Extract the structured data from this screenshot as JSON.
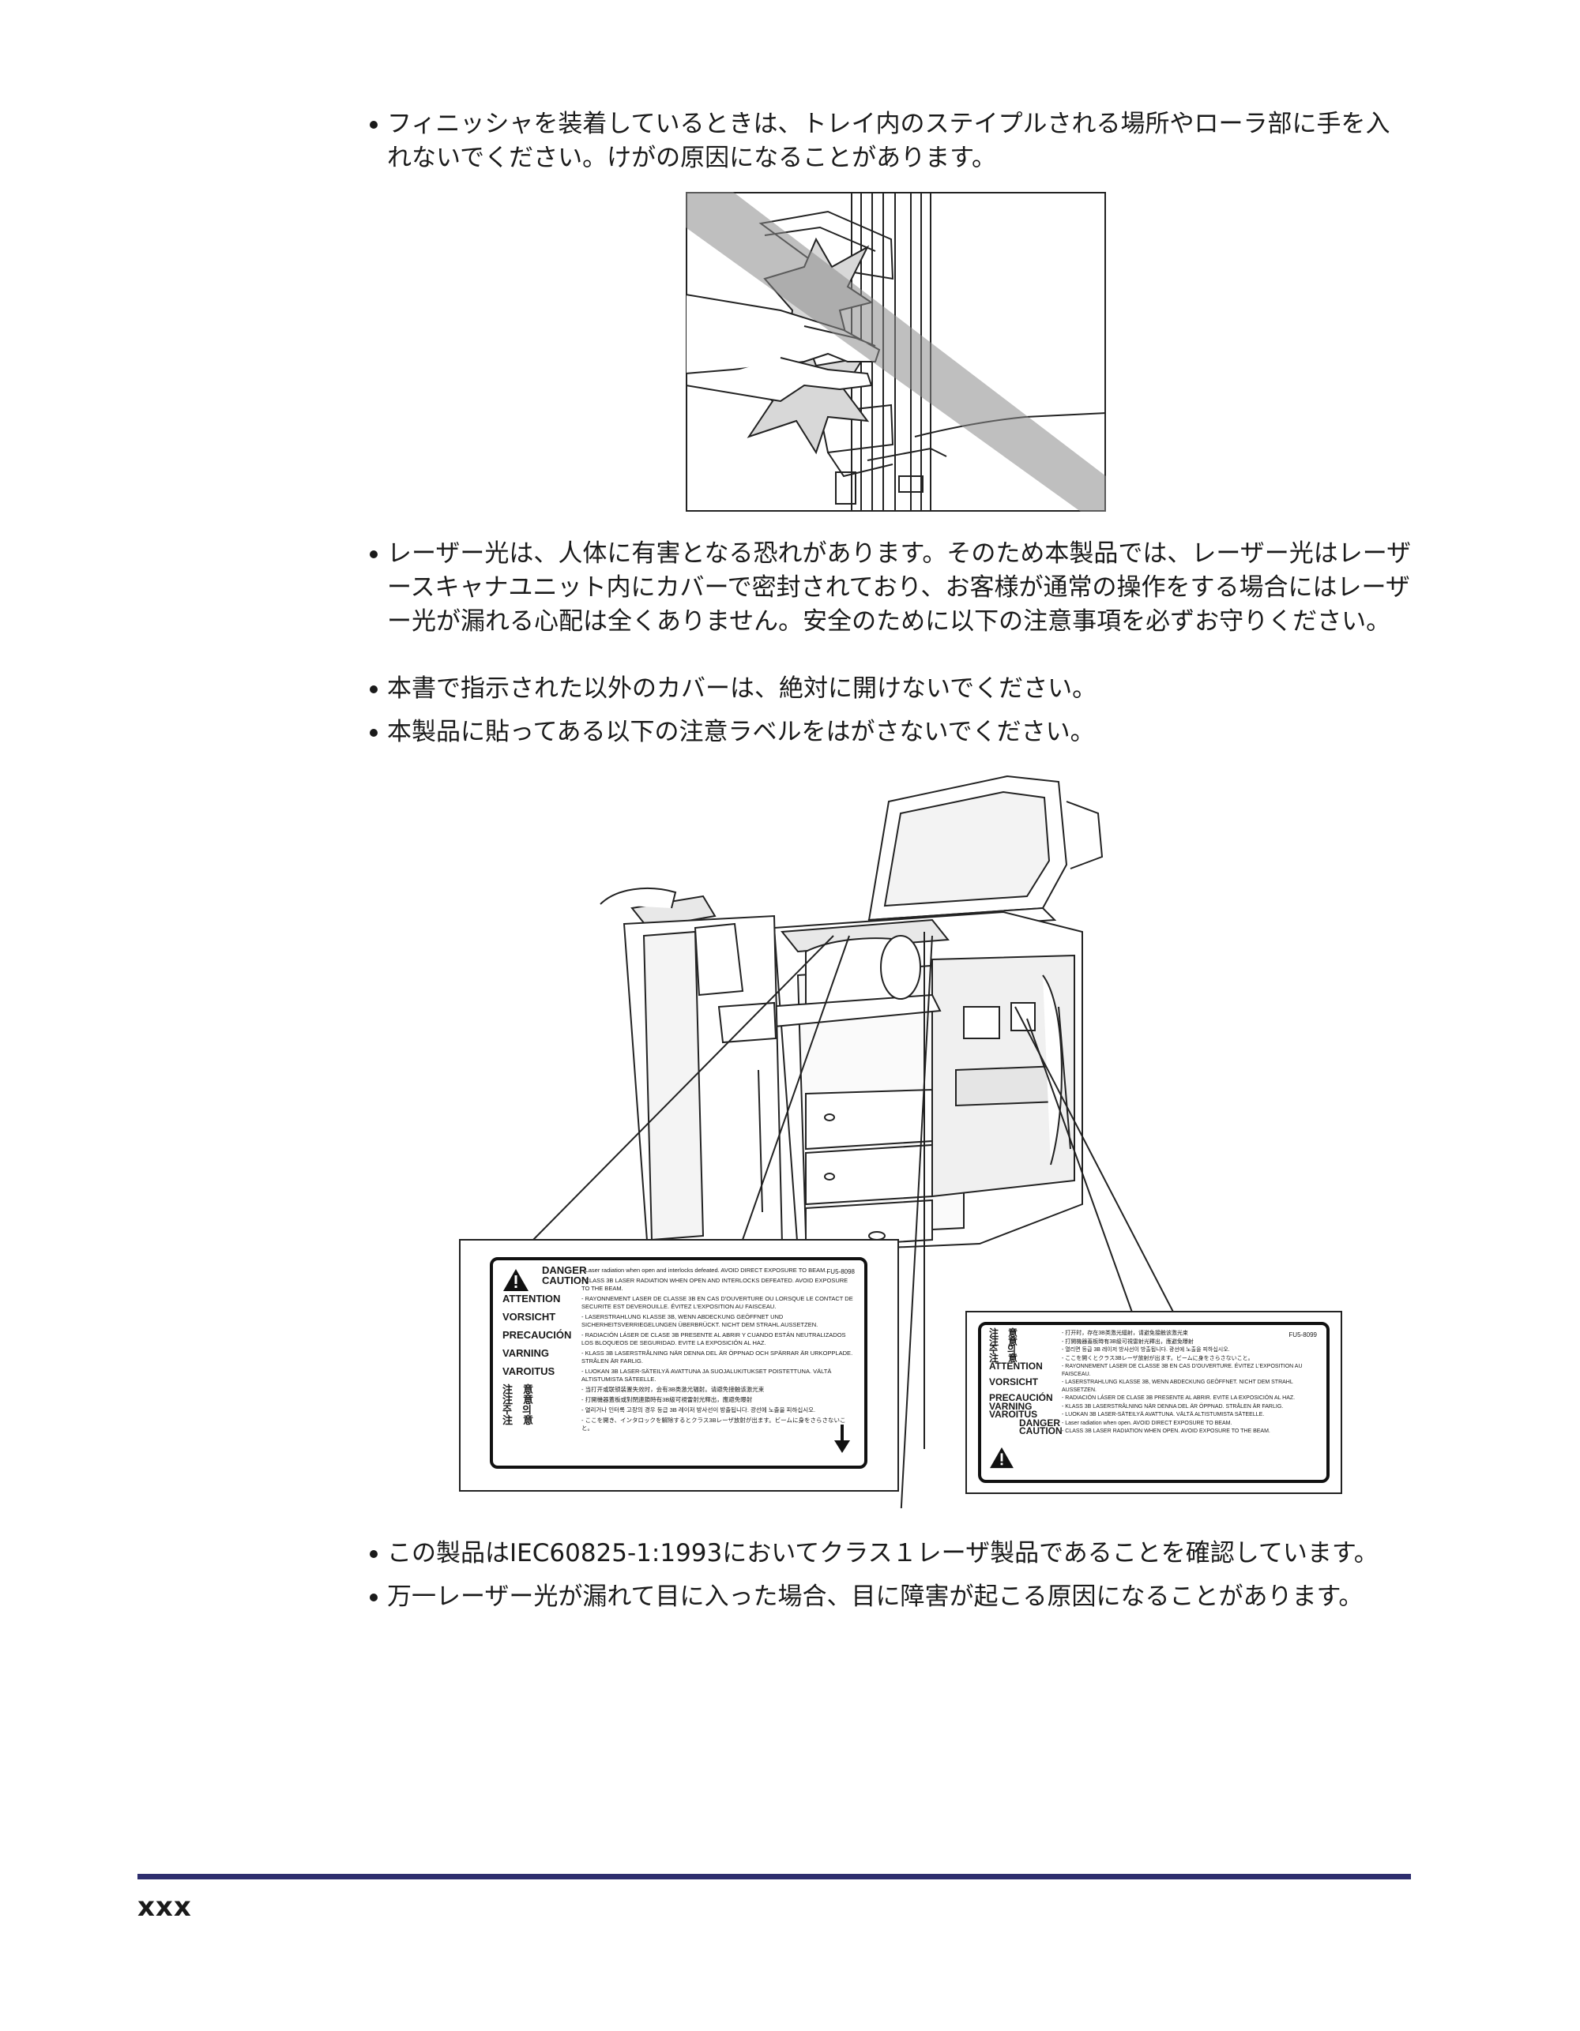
{
  "bullets": [
    "フィニッシャを装着しているときは、トレイ内のステイプルされる場所やローラ部に手を入れないでください。けがの原因になることがあります。",
    "レーザー光は、人体に有害となる恐れがあります。そのため本製品では、レーザー光はレーザースキャナユニット内にカバーで密封されており、お客様が通常の操作をする場合にはレーザー光が漏れる心配は全くありません。安全のために以下の注意事項を必ずお守りください。",
    "本書で指示された以外のカバーは、絶対に開けないでください。",
    "本製品に貼ってある以下の注意ラベルをはがさないでください。",
    "この製品はIEC60825-1:1993においてクラス１レーザ製品であることを確認しています。",
    "万一レーザー光が漏れて目に入った場合、目に障害が起こる原因になることがあります。"
  ],
  "label_left": {
    "code": "FU5-8098",
    "rows": [
      {
        "head": "DANGER",
        "text": "- Laser radiation when open and interlocks defeated. AVOID DIRECT EXPOSURE TO BEAM."
      },
      {
        "head": "CAUTION",
        "text": "- CLASS 3B LASER RADIATION WHEN OPEN AND INTERLOCKS DEFEATED. AVOID EXPOSURE TO THE BEAM."
      },
      {
        "head": "ATTENTION",
        "text": "- RAYONNEMENT LASER DE CLASSE 3B EN CAS D'OUVERTURE OU LORSQUE LE CONTACT DE SECURITE EST DEVEROUILLE. ÉVITEZ L'EXPOSITION AU FAISCEAU."
      },
      {
        "head": "VORSICHT",
        "text": "- LASERSTRAHLUNG KLASSE 3B, WENN ABDECKUNG GEÖFFNET UND SICHERHEITSVERRIEGELUNGEN ÜBERBRÜCKT. NICHT DEM STRAHL AUSSETZEN."
      },
      {
        "head": "PRECAUCIÓN",
        "text": "- RADIACIÓN LÁSER DE CLASE 3B PRESENTE AL ABRIR Y CUANDO ESTÁN NEUTRALIZADOS LOS BLOQUEOS DE SEGURIDAD. EVITE LA EXPOSICIÓN AL HAZ."
      },
      {
        "head": "VARNING",
        "text": "- KLASS 3B LASERSTRÅLNING NÄR DENNA DEL ÄR ÖPPNAD OCH SPÄRRAR ÄR URKOPPLADE. STRÅLEN ÄR FARLIG."
      },
      {
        "head": "VAROITUS",
        "text": "- LUOKAN 3B LASER-SÄTEILYÄ AVATTUNA JA SUOJALUKITUKSET POISTETTUNA. VÄLTÄ ALTISTUMISTA SÄTEELLE."
      },
      {
        "head": "注　意",
        "text": "- 当打开或联锁装置失效时，会有3B类激光辐射。请避免接触该激光束"
      },
      {
        "head": "注　意",
        "text": "- 打開機器蓋板或對閉連鎖時有3B級可視雷射光釋出，應避免曝射"
      },
      {
        "head": "주　의",
        "text": "- 열리거나 인터록 고장의 경우 등급 3B 레이저 방사선이 방출됩니다. 광선에 노출을 피하십시오."
      },
      {
        "head": "注　意",
        "text": "- ここを開き、インタロックを解除するとクラス3Bレーザ放射が出ます。ビームに身をさらさないこと。"
      }
    ]
  },
  "label_right": {
    "code": "FU5-8099",
    "rows": [
      {
        "head": "注　意",
        "text": "- 打开时，存在3B类激光辐射，请避免接触该激光束"
      },
      {
        "head": "注　意",
        "text": "- 打開機器蓋板時有3B級可視雷射光釋出，應避免曝射"
      },
      {
        "head": "주　의",
        "text": "- 열리면 등급 3B 레이저 방사선이 방출됩니다. 광선에 노출을 피하십시오."
      },
      {
        "head": "注　意",
        "text": "- ここを開くとクラス3Bレーザ放射が出ます。ビームに身をさらさないこと。"
      },
      {
        "head": "ATTENTION",
        "text": "- RAYONNEMENT LASER DE CLASSE 3B EN CAS D'OUVERTURE. ÉVITEZ L'EXPOSITION AU FAISCEAU."
      },
      {
        "head": "VORSICHT",
        "text": "- LASERSTRAHLUNG KLASSE 3B, WENN ABDECKUNG GEÖFFNET. NICHT DEM STRAHL AUSSETZEN."
      },
      {
        "head": "PRECAUCIÓN",
        "text": "- RADIACIÓN LÁSER DE CLASE 3B PRESENTE AL ABRIR. EVITE LA EXPOSICIÓN AL HAZ."
      },
      {
        "head": "VARNING",
        "text": "- KLASS 3B LASERSTRÅLNING NÄR DENNA DEL ÄR ÖPPNAD. STRÅLEN ÄR FARLIG."
      },
      {
        "head": "VAROITUS",
        "text": "- LUOKAN 3B LASER-SÄTEILYÄ AVATTUNA. VÄLTÄ ALTISTUMISTA SÄTEELLE."
      },
      {
        "head": "DANGER",
        "text": "- Laser radiation when open. AVOID DIRECT EXPOSURE TO BEAM."
      },
      {
        "head": "CAUTION",
        "text": "- CLASS 3B LASER RADIATION WHEN OPEN. AVOID EXPOSURE TO THE BEAM."
      }
    ]
  },
  "footer": {
    "page_number": "xxx"
  }
}
